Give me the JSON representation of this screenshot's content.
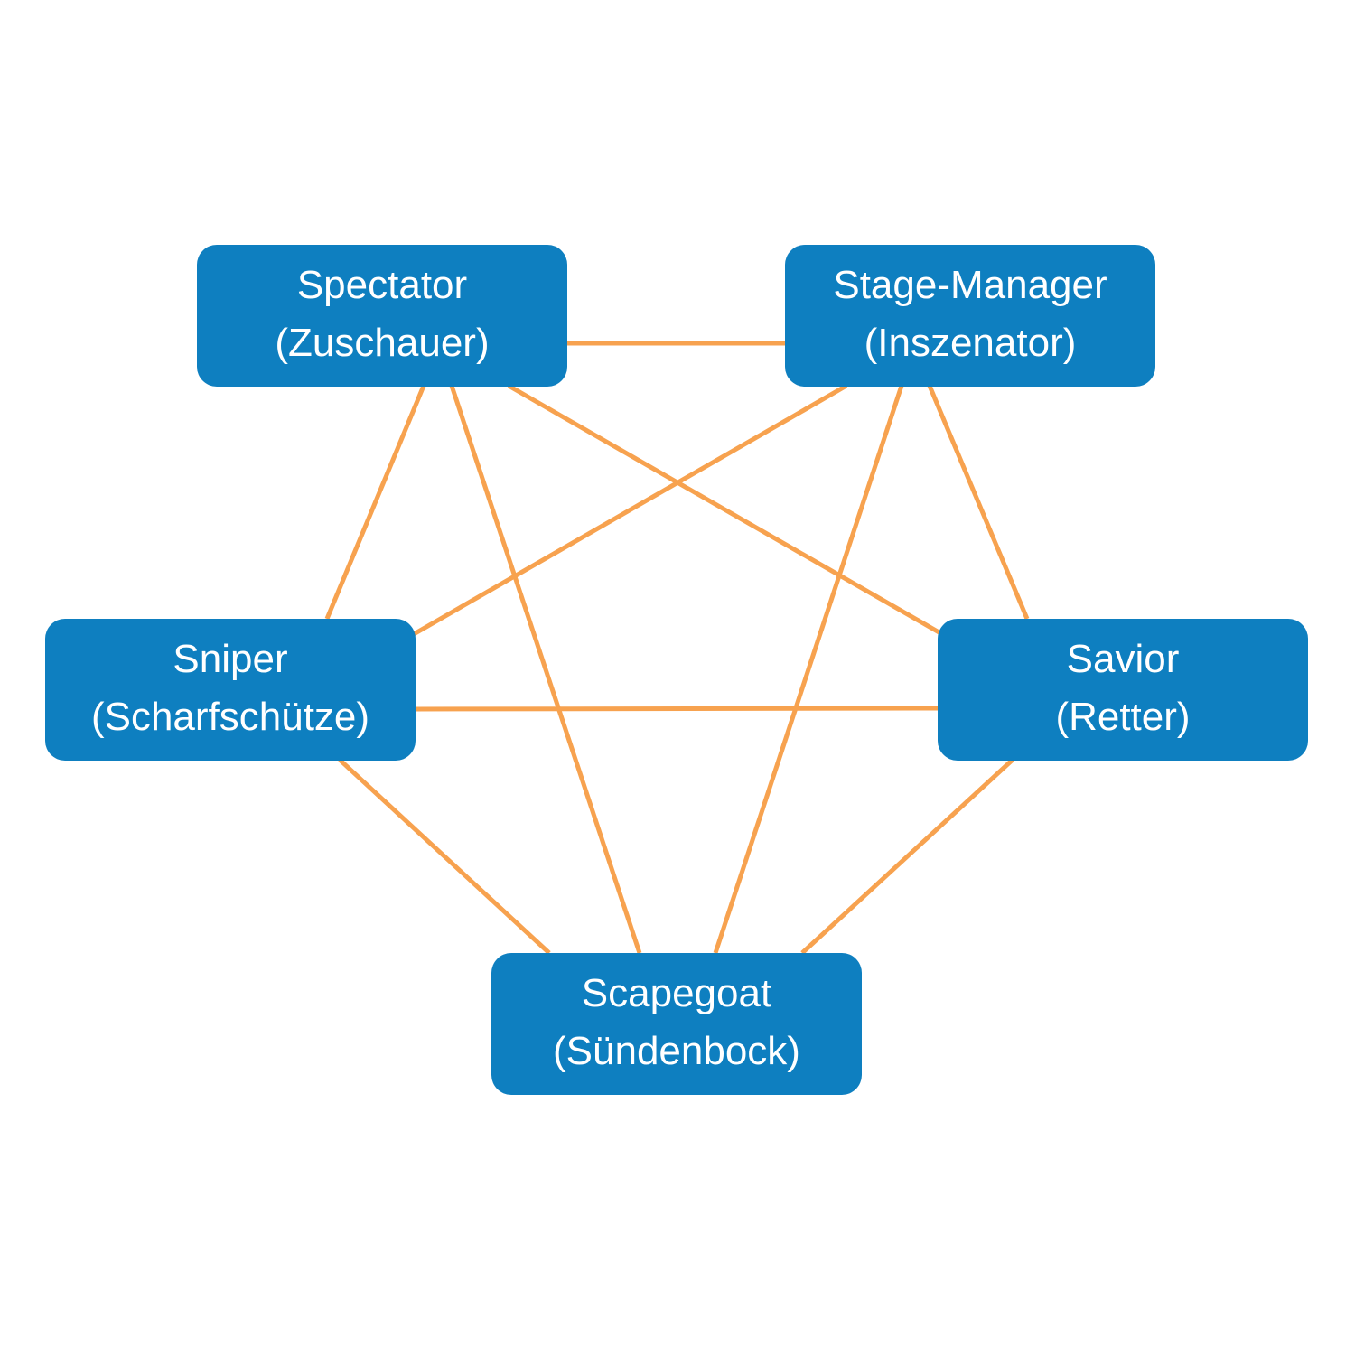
{
  "colors": {
    "node_fill": "#0e7fc0",
    "node_text": "#ffffff",
    "edge": "#f7a24f",
    "background": "#ffffff"
  },
  "nodes": {
    "spectator": {
      "role": "Spectator",
      "german": "(Zuschauer)"
    },
    "stagemanager": {
      "role": "Stage-Manager",
      "german": "(Inszenator)"
    },
    "sniper": {
      "role": "Sniper",
      "german": "(Scharfschütze)"
    },
    "savior": {
      "role": "Savior",
      "german": "(Retter)"
    },
    "scapegoat": {
      "role": "Scapegoat",
      "german": "(Sündenbock)"
    }
  },
  "edges": [
    [
      "spectator",
      "stagemanager"
    ],
    [
      "spectator",
      "sniper"
    ],
    [
      "spectator",
      "scapegoat"
    ],
    [
      "spectator",
      "savior"
    ],
    [
      "stagemanager",
      "sniper"
    ],
    [
      "stagemanager",
      "scapegoat"
    ],
    [
      "stagemanager",
      "savior"
    ],
    [
      "sniper",
      "savior"
    ],
    [
      "sniper",
      "scapegoat"
    ],
    [
      "savior",
      "scapegoat"
    ]
  ]
}
